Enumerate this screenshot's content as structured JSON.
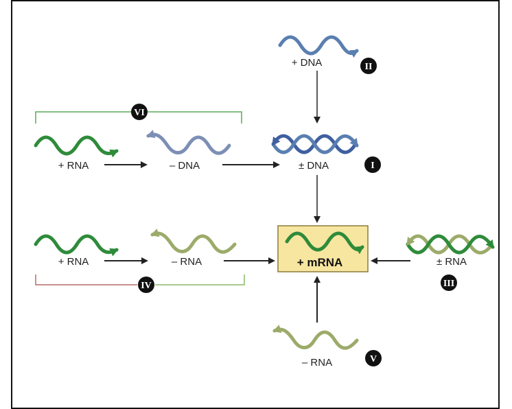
{
  "colors": {
    "dna_blue": "#5a7fb0",
    "dna_blue_dark": "#3f5fa0",
    "rna_green": "#2e8b3a",
    "rna_green_dark": "#1f6e2c",
    "minus_rna": "#9cab6a",
    "minus_dna": "#7d8fb5",
    "mrna_box": "#f7e6a0",
    "mrna_border": "#8a7a3a",
    "badge": "#111111",
    "arrow": "#222222",
    "bracket_vi": "#5aa85a",
    "bracket_iv_left": "#b86a6a",
    "bracket_iv_right": "#8ab86a"
  },
  "labels": {
    "plus_dna": "+ DNA",
    "pm_dna": "± DNA",
    "plus_rna_vi": "+ RNA",
    "minus_dna": "– DNA",
    "plus_rna_iv": "+ RNA",
    "minus_rna_iv": "– RNA",
    "plus_mrna": "+ mRNA",
    "pm_rna": "± RNA",
    "minus_rna_v": "– RNA"
  },
  "badges": {
    "i": "I",
    "ii": "II",
    "iii": "III",
    "iv": "IV",
    "v": "V",
    "vi": "VI"
  }
}
